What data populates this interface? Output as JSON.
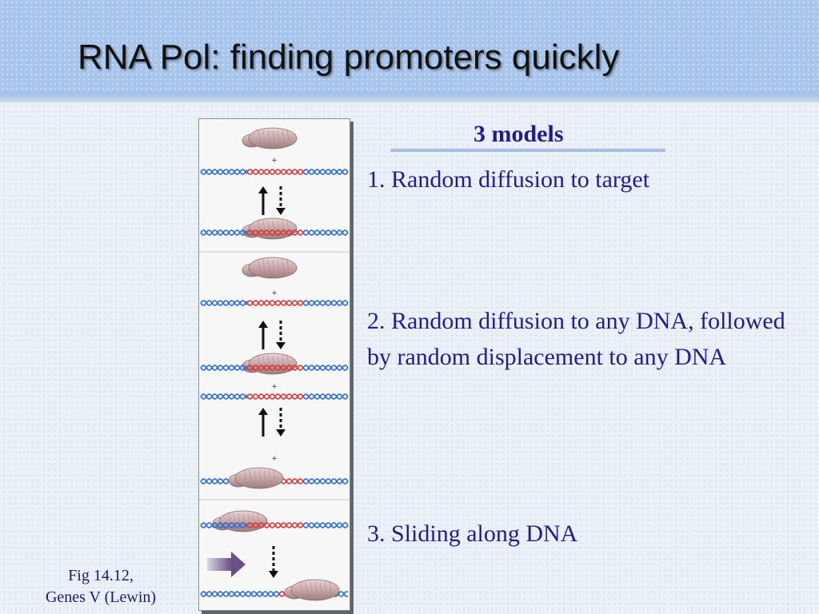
{
  "slide": {
    "title": "RNA Pol: finding promoters quickly",
    "heading": "3 models",
    "models": [
      "1. Random diffusion to target",
      "2. Random diffusion to any DNA, followed by random displacement to any DNA",
      "3. Sliding along DNA"
    ],
    "caption_line1": "Fig 14.12,",
    "caption_line2": "Genes V  (Lewin)"
  },
  "figure": {
    "plus_sign": "+",
    "panels": [
      "model-1-random-diffusion",
      "model-2-displacement",
      "model-3-sliding"
    ]
  },
  "colors": {
    "title_band": "#a9c5ec",
    "text": "#1d1d8f",
    "dna_blue": "#2f6fcf",
    "dna_red": "#d93a3a",
    "polymerase": "#c9a6a8"
  }
}
